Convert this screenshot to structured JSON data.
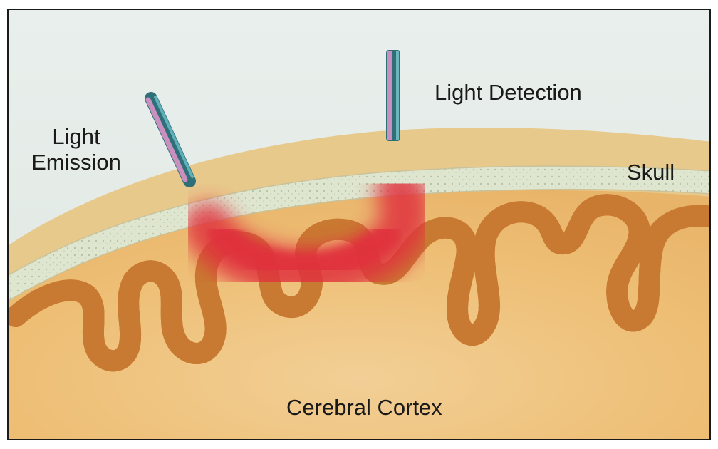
{
  "labels": {
    "light_emission_line1": "Light",
    "light_emission_line2": "Emission",
    "light_detection": "Light Detection",
    "skull": "Skull",
    "cerebral_cortex": "Cerebral Cortex"
  },
  "colors": {
    "background_sky": "#e4ece8",
    "scalp": "#e8c98c",
    "skull_bone": "#dfe6cf",
    "cortex_tissue": "#eebf76",
    "gyri": "#e39a48",
    "activation": "#e0323e",
    "probe_blue": "#3d8f99",
    "probe_pink": "#c98fbf"
  },
  "icons": {
    "emitter": "light-emission-probe-icon",
    "detector": "light-detection-probe-icon"
  }
}
